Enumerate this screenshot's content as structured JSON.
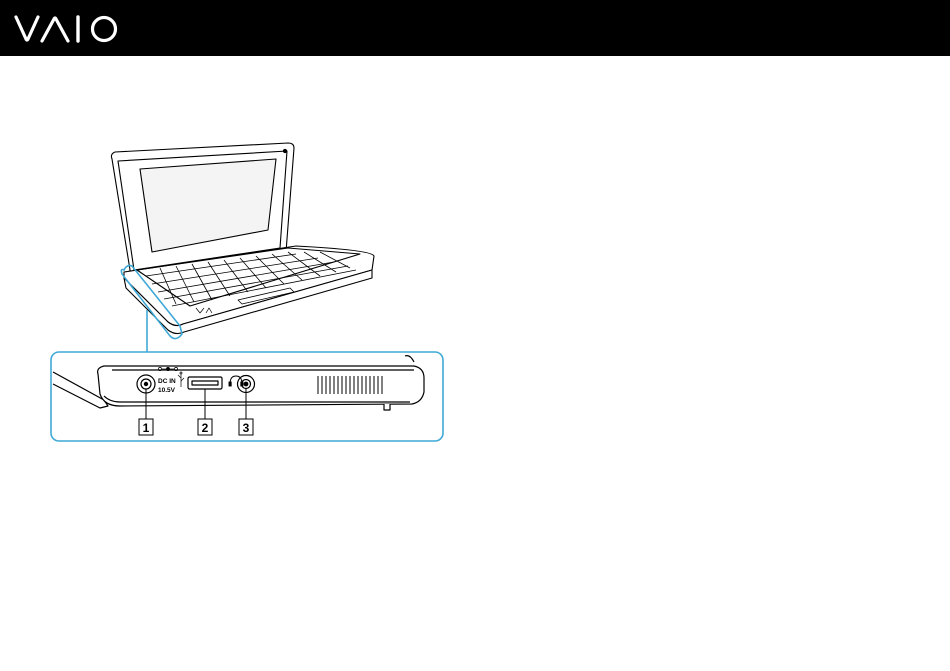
{
  "header": {
    "logo_text": "VAIO",
    "background_color": "#000000",
    "logo_color": "#ffffff"
  },
  "figure": {
    "highlight_color": "#3fa9d6",
    "port_labels": {
      "dc_in": "DC IN",
      "voltage": "10.5V"
    },
    "callouts": [
      {
        "number": "1"
      },
      {
        "number": "2"
      },
      {
        "number": "3"
      }
    ]
  }
}
